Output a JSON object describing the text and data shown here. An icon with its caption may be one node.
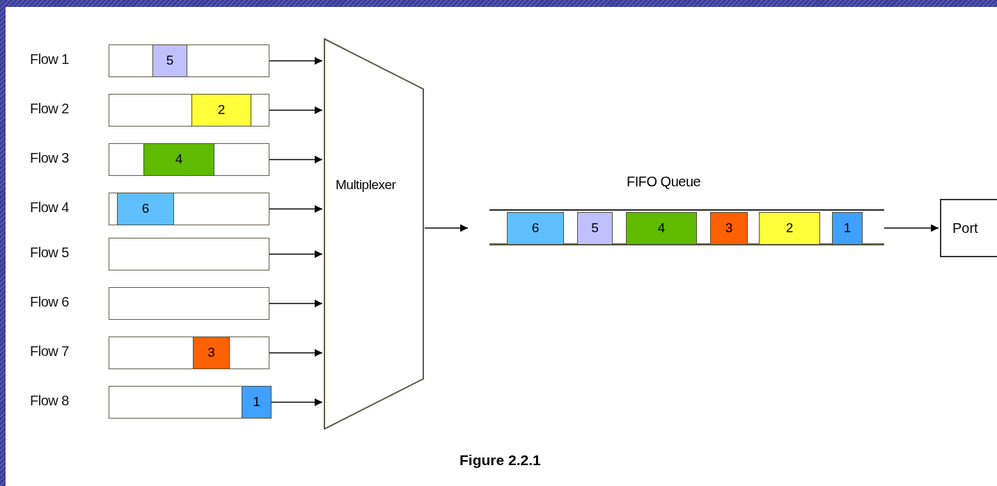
{
  "diagram": {
    "caption": "Figure 2.2.1",
    "nodes": [
      {
        "text": [],
        "shape": "box",
        "beside": [
          "Flow 1"
        ]
      },
      {
        "text": [
          "5"
        ],
        "in": 0
      },
      {
        "text": [],
        "shape": "box",
        "beside": [
          "Flow 2"
        ]
      },
      {
        "text": [
          "2"
        ],
        "in": 2
      },
      {
        "text": [],
        "shape": "box",
        "beside": [
          "Flow 3"
        ]
      },
      {
        "text": [
          "4"
        ],
        "in": 4
      },
      {
        "text": [],
        "shape": "box",
        "beside": [
          "Flow 4"
        ]
      },
      {
        "text": [
          "6"
        ],
        "in": 6
      },
      {
        "text": [],
        "shape": "box",
        "beside": [
          "Flow 5"
        ]
      },
      {
        "text": [],
        "shape": "box",
        "beside": [
          "Flow 6"
        ]
      },
      {
        "text": [],
        "shape": "box",
        "beside": [
          "Flow 7"
        ]
      },
      {
        "text": [
          "3"
        ],
        "in": 10
      },
      {
        "text": [],
        "shape": "box",
        "beside": [
          "Flow 8"
        ]
      },
      {
        "text": [
          "1"
        ],
        "in": 12
      },
      {
        "text": [
          "Multiplexer"
        ]
      },
      {
        "text": [
          "FIFO Queue"
        ]
      },
      {
        "text": [
          "6"
        ],
        "in": 15
      },
      {
        "text": [
          "5"
        ],
        "in": 15
      },
      {
        "text": [
          "4"
        ],
        "in": 15
      },
      {
        "text": [
          "3"
        ],
        "in": 15
      },
      {
        "text": [
          "2"
        ],
        "in": 15
      },
      {
        "text": [
          "1"
        ],
        "in": 15
      },
      {
        "text": [
          "Port"
        ]
      }
    ],
    "edges": [
      {
        "from": 0,
        "to": 14,
        "arrow": "to"
      },
      {
        "from": 2,
        "to": 14,
        "arrow": "to"
      },
      {
        "from": 4,
        "to": 14,
        "arrow": "to"
      },
      {
        "from": 6,
        "to": 14,
        "arrow": "to"
      },
      {
        "from": 8,
        "to": 14,
        "arrow": "to"
      },
      {
        "from": 9,
        "to": 14,
        "arrow": "to"
      },
      {
        "from": 10,
        "to": 14,
        "arrow": "to"
      },
      {
        "from": 12,
        "to": 14,
        "arrow": "to"
      },
      {
        "from": 14,
        "to": 15,
        "arrow": "to"
      },
      {
        "from": 15,
        "to": 22,
        "arrow": "to"
      }
    ]
  }
}
